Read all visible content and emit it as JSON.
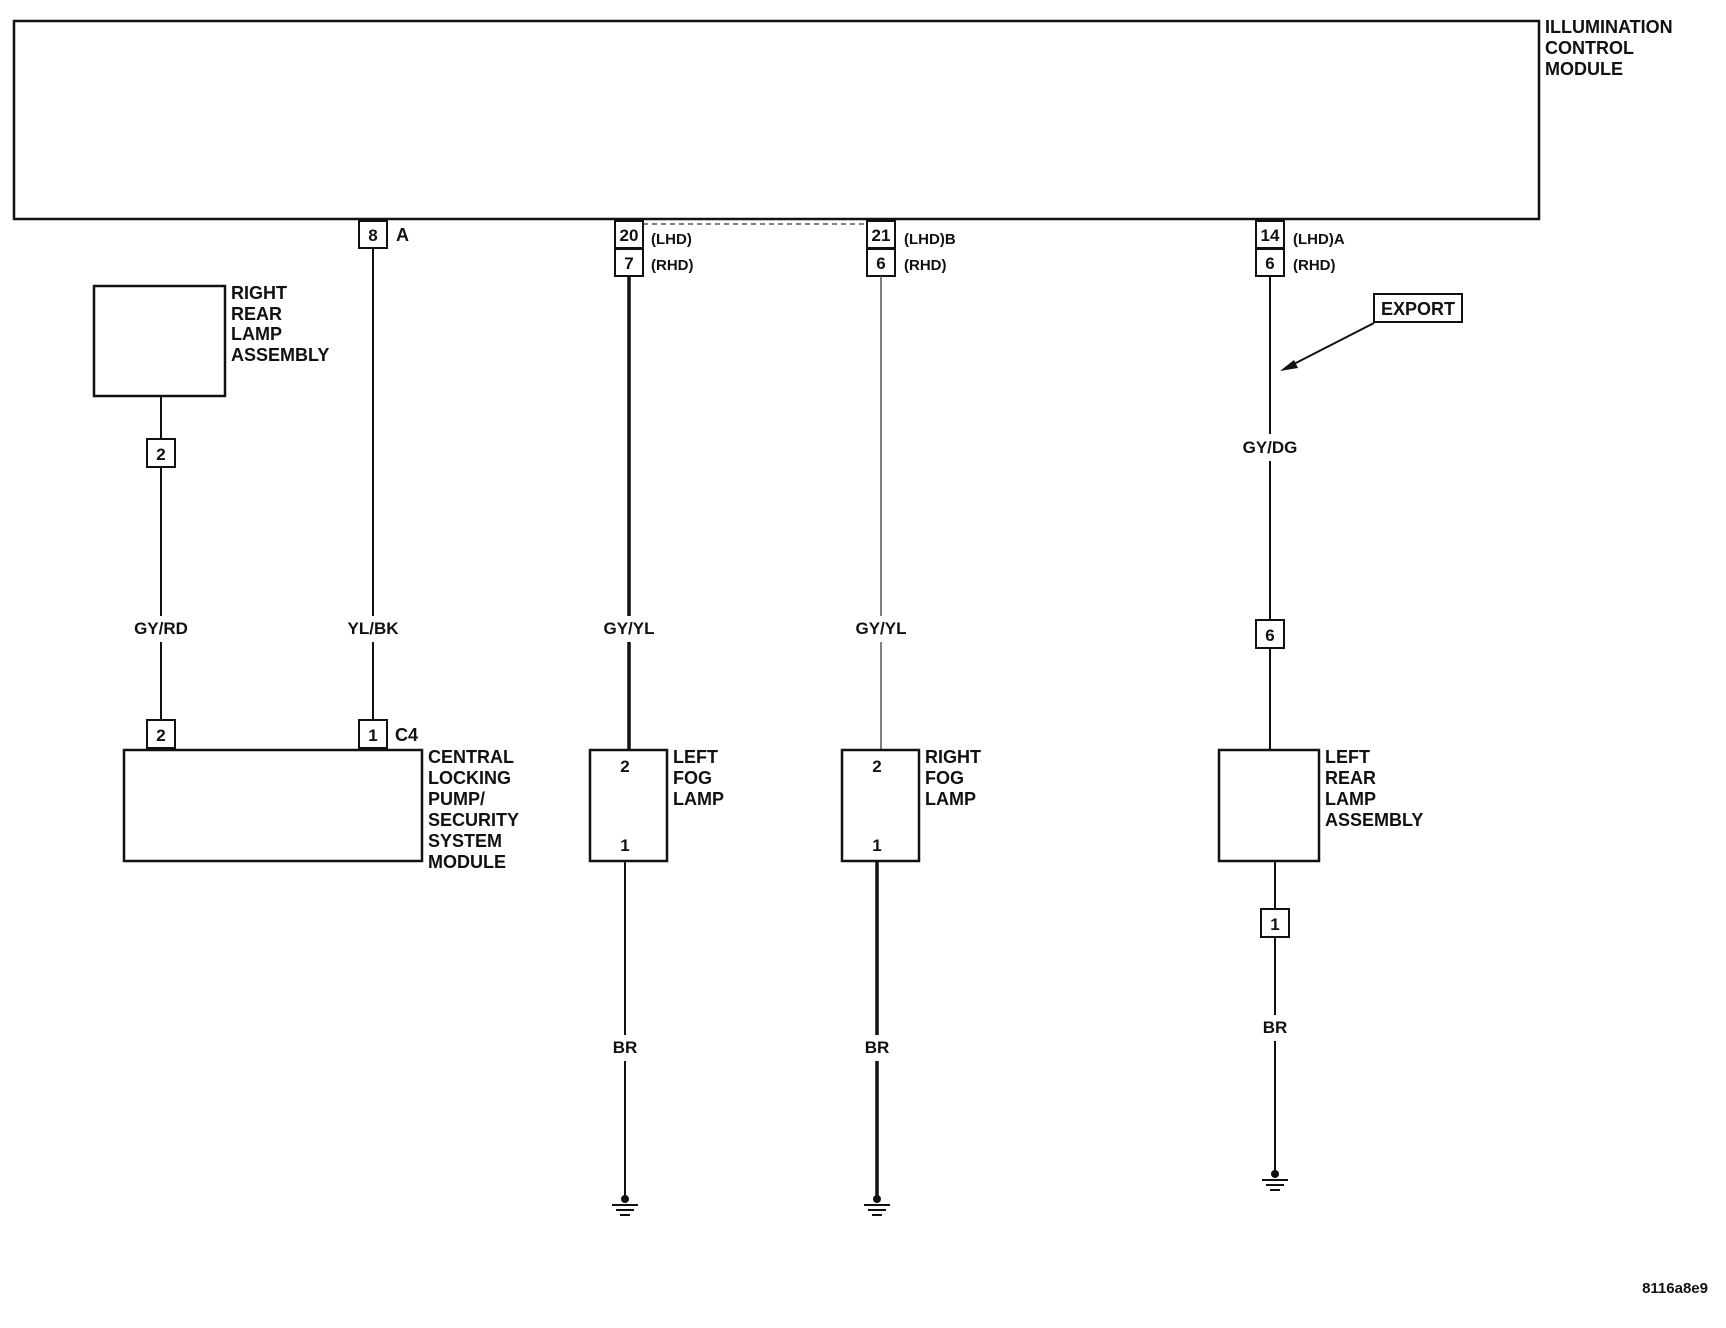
{
  "modules": {
    "illumination_control_module": [
      "ILLUMINATION",
      "CONTROL",
      "MODULE"
    ],
    "right_rear_lamp_assembly": [
      "RIGHT",
      "REAR",
      "LAMP",
      "ASSEMBLY"
    ],
    "central_locking_module": [
      "CENTRAL",
      "LOCKING",
      "PUMP/",
      "SECURITY",
      "SYSTEM",
      "MODULE"
    ],
    "left_fog_lamp": [
      "LEFT",
      "FOG",
      "LAMP"
    ],
    "right_fog_lamp": [
      "RIGHT",
      "FOG",
      "LAMP"
    ],
    "left_rear_lamp_assembly": [
      "LEFT",
      "REAR",
      "LAMP",
      "ASSEMBLY"
    ]
  },
  "pins": {
    "icm_pin_8": "8",
    "icm_connector_a": "A",
    "icm_pin_20": "20",
    "icm_pin_7": "7",
    "icm_pin_21": "21",
    "icm_pin_6a": "6",
    "icm_pin_14": "14",
    "icm_pin_6b": "6",
    "lhd": "(LHD)",
    "rhd": "(RHD)",
    "lhd_b": "(LHD)B",
    "lhd_a": "(LHD)A",
    "rr_lamp_pin_2": "2",
    "clm_pin_2": "2",
    "clm_pin_1": "1",
    "clm_connector": "C4",
    "lfog_pin_2": "2",
    "lfog_pin_1": "1",
    "rfog_pin_2": "2",
    "rfog_pin_1": "1",
    "inline_pin_6": "6",
    "lr_lamp_pin_1": "1"
  },
  "wires": {
    "gy_rd": "GY/RD",
    "yl_bk": "YL/BK",
    "gy_yl_left": "GY/YL",
    "gy_yl_right": "GY/YL",
    "gy_dg": "GY/DG",
    "br_left_fog": "BR",
    "br_right_fog": "BR",
    "br_left_rear": "BR"
  },
  "export_label": "EXPORT",
  "figure_id": "8116a8e9"
}
